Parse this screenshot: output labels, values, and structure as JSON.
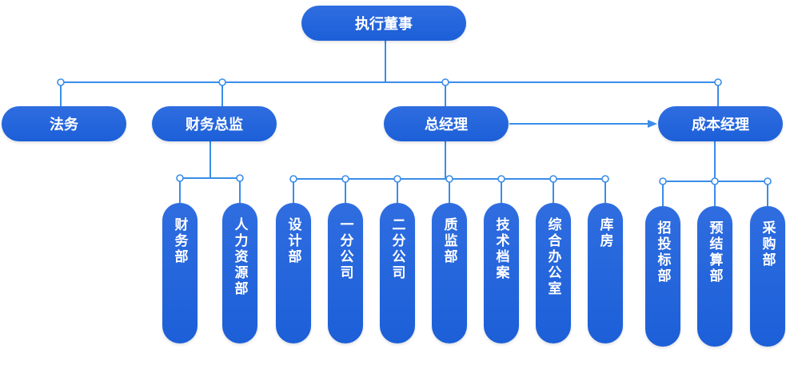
{
  "colors": {
    "node": "#2368dc",
    "line": "#3a8de8",
    "dot_fill": "#ffffff"
  },
  "top": "执行董事",
  "level2": {
    "legal": "法务",
    "finance_director": "财务总监",
    "general_manager": "总经理",
    "cost_manager": "成本经理"
  },
  "finance_units": [
    "财务部",
    "人力资源部"
  ],
  "gm_units": [
    "设计部",
    "一分公司",
    "二分公司",
    "质监部",
    "技术档案",
    "综合办公室",
    "库房"
  ],
  "cost_units": [
    "招投标部",
    "预结算部",
    "采购部"
  ]
}
